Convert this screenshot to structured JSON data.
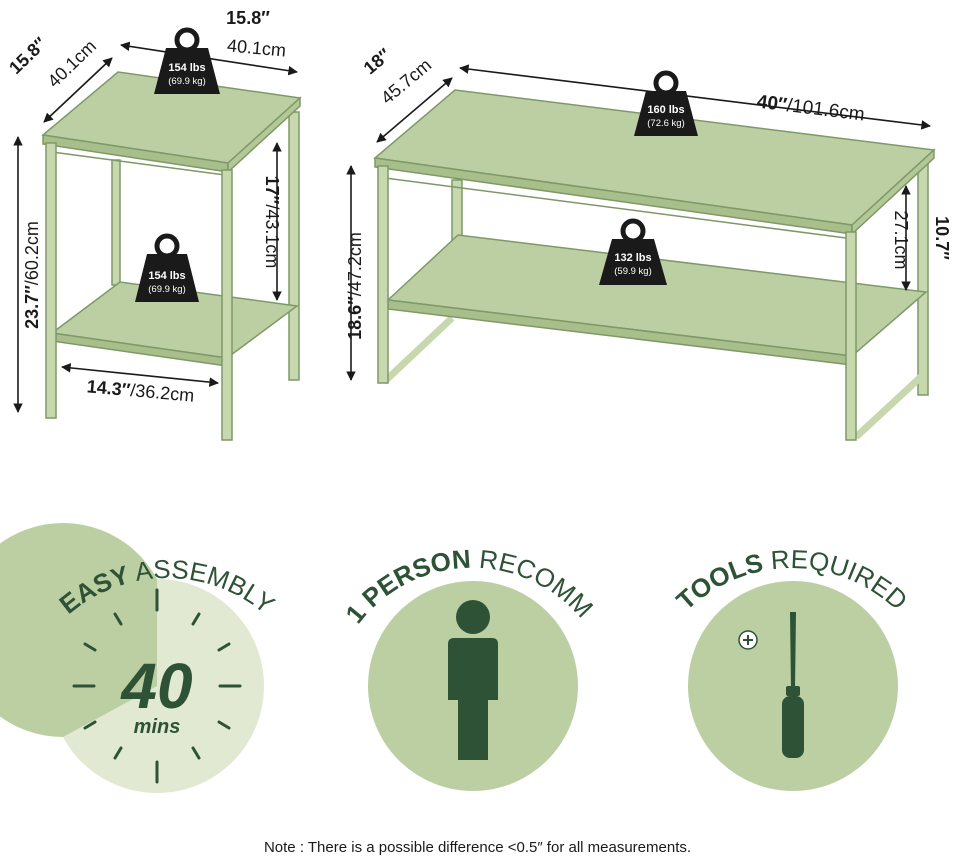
{
  "side_table": {
    "width_in": "15.8″",
    "width_cm": "40.1cm",
    "depth_in": "15.8″",
    "depth_cm": "40.1cm",
    "height_in": "23.7″",
    "height_cm": "60.2cm",
    "shelf_gap_in": "17″",
    "shelf_gap_cm": "43.1cm",
    "shelf_width_in": "14.3″",
    "shelf_width_cm": "36.2cm",
    "top_capacity_lbs": "154 lbs",
    "top_capacity_kg": "(69.9 kg)",
    "shelf_capacity_lbs": "154 lbs",
    "shelf_capacity_kg": "(69.9 kg)"
  },
  "coffee_table": {
    "width_in": "40″",
    "width_cm": "101.6cm",
    "depth_in": "18″",
    "depth_cm": "45.7cm",
    "height_in": "18.6″",
    "height_cm": "47.2cm",
    "shelf_gap_in": "10.7″",
    "shelf_gap_cm": "27.1cm",
    "top_capacity_lbs": "160 lbs",
    "top_capacity_kg": "(72.6 kg)",
    "shelf_capacity_lbs": "132 lbs",
    "shelf_capacity_kg": "(59.9 kg)"
  },
  "badges": {
    "assembly": {
      "bold": "EASY",
      "light": "ASSEMBLY",
      "number": "40",
      "unit": "mins"
    },
    "person": {
      "bold": "1 PERSON",
      "light": "RECOMM."
    },
    "tools": {
      "bold": "TOOLS",
      "light": "REQUIRED"
    }
  },
  "colors": {
    "sage": "#bccfa2",
    "dark_green": "#2e5236",
    "outline": "#7e9868"
  },
  "note": "Note : There is a possible difference <0.5″ for all measurements."
}
